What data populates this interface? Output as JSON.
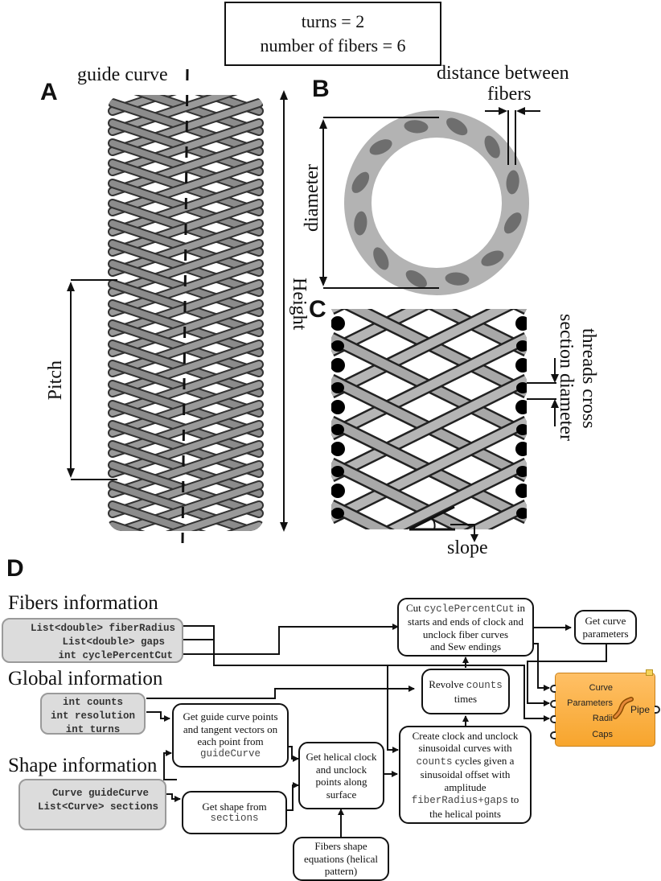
{
  "params_box": {
    "line1": "turns = 2",
    "line2": "number of fibers = 6"
  },
  "panel_a": {
    "letter": "A",
    "guide_curve_label": "guide curve",
    "pitch_label": "Pitch",
    "height_label": "Height"
  },
  "panel_b": {
    "letter": "B",
    "distance_label_line1": "distance between",
    "distance_label_line2": "fibers",
    "diameter_label": "diameter"
  },
  "panel_c": {
    "letter": "C",
    "threads_label_line1": "threads cross",
    "threads_label_line2": "section diameter",
    "slope_label": "slope"
  },
  "panel_d": {
    "letter": "D",
    "sections": {
      "fibers": {
        "title": "Fibers information",
        "inputs": [
          "List<double> fiberRadius",
          "List<double> gaps",
          "int cyclePercentCut"
        ]
      },
      "global": {
        "title": "Global information",
        "inputs": [
          "int counts",
          "int resolution",
          "int turns"
        ]
      },
      "shape": {
        "title": "Shape information",
        "inputs": [
          "Curve guideCurve",
          "List<Curve> sections"
        ]
      }
    },
    "nodes": {
      "guide_points": {
        "line1": "Get guide curve points",
        "line2": "and tangent vectors on",
        "line3": "each point from",
        "code": "guideCurve"
      },
      "shape_from": {
        "line1": "Get shape from",
        "code": "sections"
      },
      "helical_points": {
        "line1": "Get helical clock",
        "line2": "and unclock",
        "line3": "points along",
        "line4": "surface"
      },
      "fiber_equations": {
        "line1": "Fibers shape",
        "line2": "equations (helical",
        "line3": "pattern)"
      },
      "sinusoidal": {
        "line1": "Create clock and unclock",
        "line2": "sinusoidal curves with",
        "code1": "counts",
        "line3": " cycles given a",
        "line4": "sinusoidal offset with",
        "line5": "amplitude",
        "code2": "fiberRadius+gaps",
        "line6": " to",
        "line7": "the helical points"
      },
      "revolve": {
        "pre": "Revolve ",
        "code": "counts",
        "line2": "times"
      },
      "cut": {
        "pre": "Cut ",
        "code": "cyclePercentCut",
        "post": " in",
        "line2": "starts and ends of clock and",
        "line3": "unclock fiber curves",
        "line4": "and Sew endings"
      },
      "curve_params": {
        "line1": "Get curve",
        "line2": "parameters"
      }
    },
    "pipe_component": {
      "inputs": [
        "Curve",
        "Parameters",
        "Radii",
        "Caps"
      ],
      "output": "Pipe",
      "icon": "pipe-icon",
      "color": "#f9a93a"
    }
  }
}
